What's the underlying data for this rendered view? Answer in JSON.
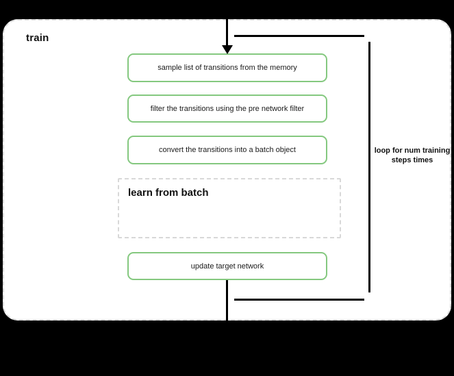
{
  "diagram": {
    "title": "train",
    "background_color": "#000000",
    "container": {
      "fill": "#ffffff",
      "border_color": "#dcdcdc",
      "border_style": "dashed"
    },
    "accent_color": "#84c87f",
    "steps": [
      {
        "label": "sample list of transitions from the memory"
      },
      {
        "label": "filter the transitions using the pre network filter"
      },
      {
        "label": "convert the transitions into a batch object"
      },
      {
        "label": "update target network"
      }
    ],
    "subgroup": {
      "title": "learn from batch",
      "border_color": "#d8d8d8",
      "border_style": "dashed"
    },
    "loop": {
      "label": "loop for num training steps times",
      "line_color": "#000000"
    }
  }
}
